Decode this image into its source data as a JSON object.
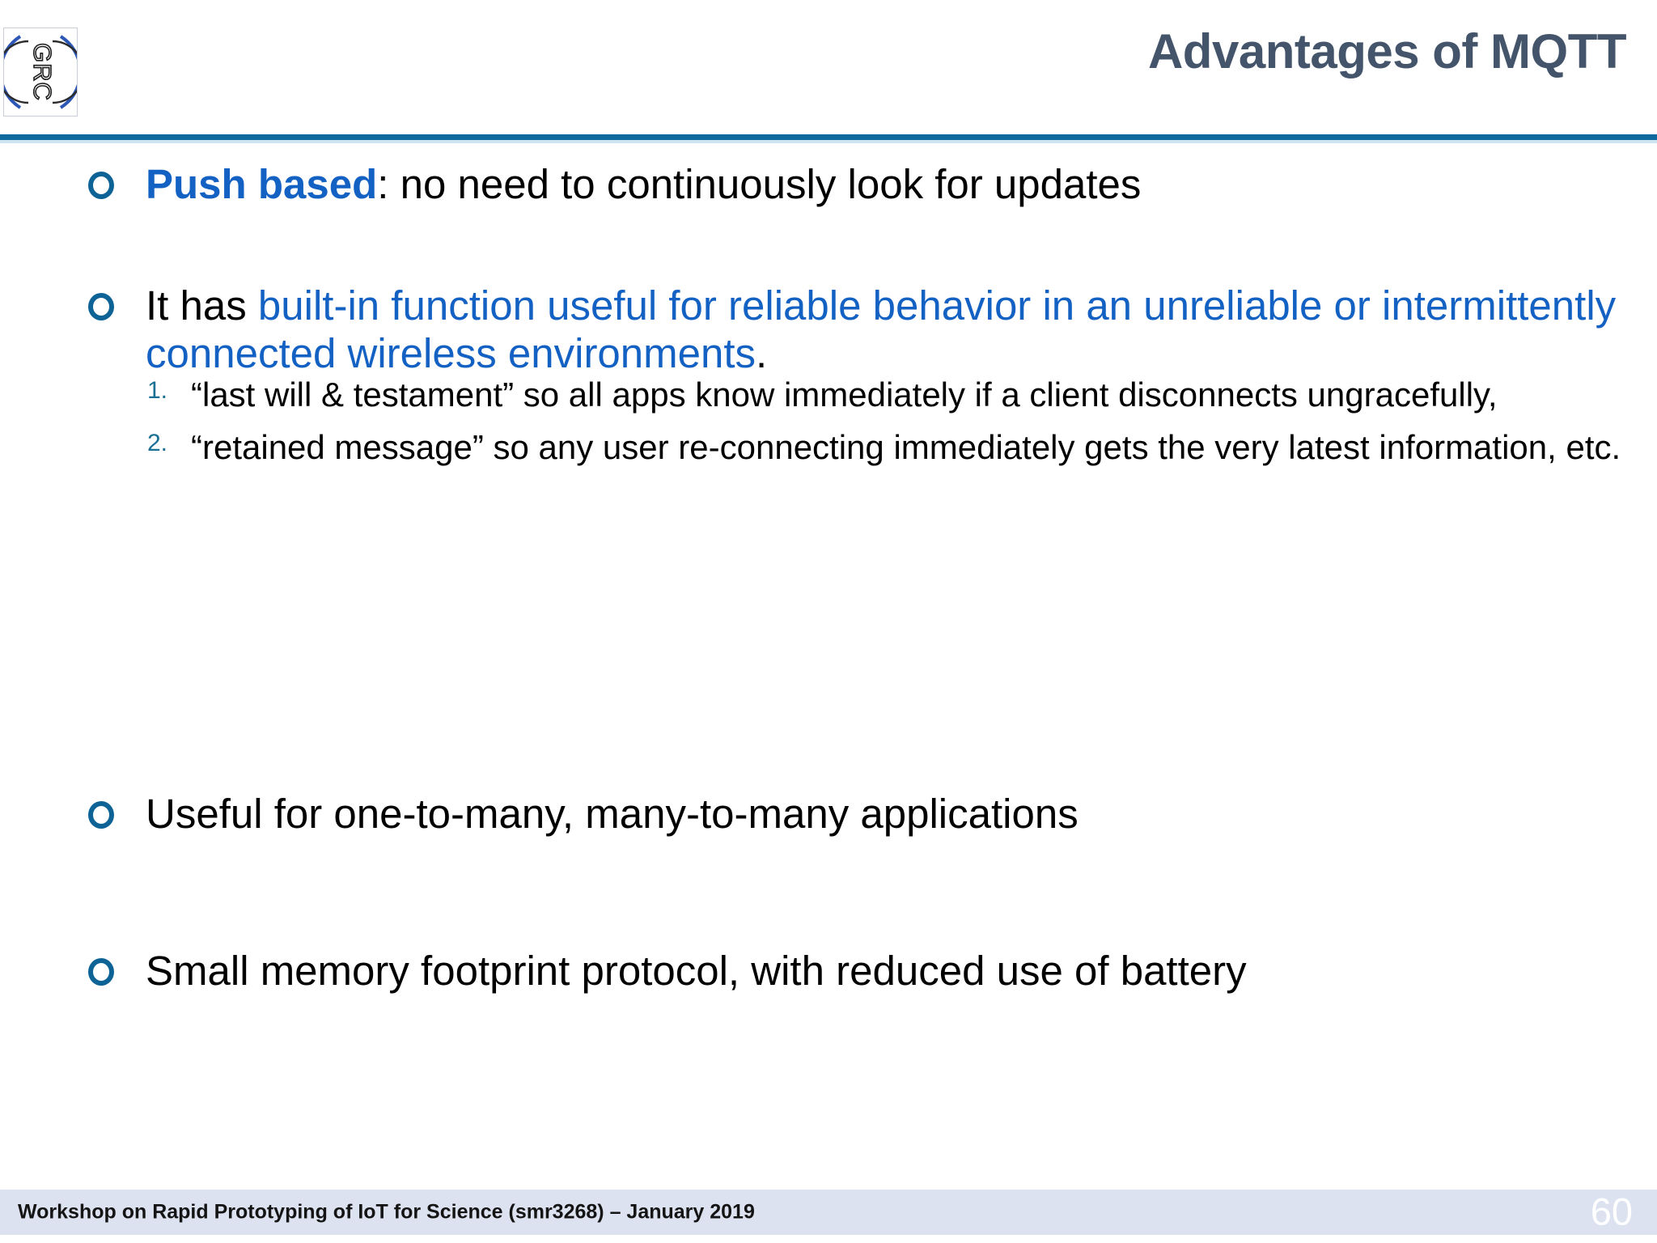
{
  "slide": {
    "title": "Advantages of MQTT",
    "logo_text": "GRC",
    "accent_rule_color": "#0e6a9c",
    "title_color": "#44546a",
    "bullet_color": "#0d6396",
    "link_blue": "#1461c4",
    "number_color": "#1a6f94",
    "footer_bar_color": "#dce2ef"
  },
  "bullets": [
    {
      "id": "push-based",
      "marker": "open-circle",
      "segments": [
        {
          "text": "Push based",
          "style": "blue-bold"
        },
        {
          "text": ": no need to continuously look for updates",
          "style": "plain"
        }
      ]
    },
    {
      "id": "built-in-function",
      "marker": "open-circle",
      "segments": [
        {
          "text": "It has ",
          "style": "plain"
        },
        {
          "text": "built-in function useful for reliable behavior in an unreliable or intermittently connected wireless environments",
          "style": "blue"
        },
        {
          "text": ".",
          "style": "plain"
        }
      ]
    },
    {
      "id": "one-to-many",
      "marker": "open-circle",
      "segments": [
        {
          "text": "Useful for one-to-many, many-to-many applications",
          "style": "plain"
        }
      ]
    },
    {
      "id": "small-memory-footprint",
      "marker": "open-circle",
      "segments": [
        {
          "text": "Small memory footprint protocol, with reduced use of battery",
          "style": "plain"
        }
      ]
    }
  ],
  "sub_list": [
    {
      "number": "1.",
      "text": "“last will & testament” so all apps know immediately if a client disconnects ungracefully,"
    },
    {
      "number": "2.",
      "text": "“retained message” so any user re-connecting immediately gets the very latest information, etc."
    }
  ],
  "footer": {
    "text": "Workshop on Rapid Prototyping of IoT for Science (smr3268) – January 2019",
    "page_number": "60"
  }
}
